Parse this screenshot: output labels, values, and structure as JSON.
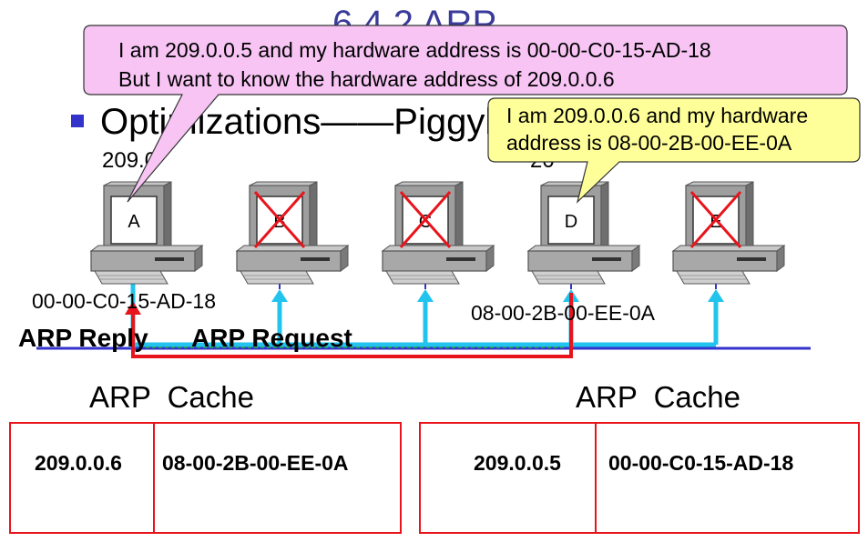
{
  "slide": {
    "title": "6.4.2 ARP",
    "bullet_text": "Optimizations——Piggyback",
    "ip_a_partial": "209.0",
    "ip_d_partial": "20"
  },
  "bubbles": {
    "a_line1": "I am 209.0.0.5 and my hardware address is 00-00-C0-15-AD-18",
    "a_line2": "But I want to know the hardware address of 209.0.0.6",
    "d_line1": "I am 209.0.0.6 and my hardware",
    "d_line2": "address is 08-00-2B-00-EE-0A",
    "a_color": "#f7c4f4",
    "d_color": "#ffff99"
  },
  "hosts": [
    {
      "label": "A",
      "crossed": false
    },
    {
      "label": "B",
      "crossed": true
    },
    {
      "label": "C",
      "crossed": true
    },
    {
      "label": "D",
      "crossed": false
    },
    {
      "label": "E",
      "crossed": true
    }
  ],
  "labels": {
    "mac_a": "00-00-C0-15-AD-18",
    "mac_d": "08-00-2B-00-EE-0A",
    "arp_reply": "ARP Reply",
    "arp_request": "ARP Request"
  },
  "caches": [
    {
      "title": "ARP  Cache",
      "ip": "209.0.0.6",
      "hw": "08-00-2B-00-EE-0A"
    },
    {
      "title": "ARP  Cache",
      "ip": "209.0.0.5",
      "hw": "00-00-C0-15-AD-18"
    }
  ],
  "colors": {
    "title": "#3a3a9a",
    "bullet": "#3333cc",
    "bus": "#3333cc",
    "request": "#22c4ee",
    "reply": "#e8141c",
    "cross": "#e8141c",
    "cache_border": "#e8141c"
  }
}
